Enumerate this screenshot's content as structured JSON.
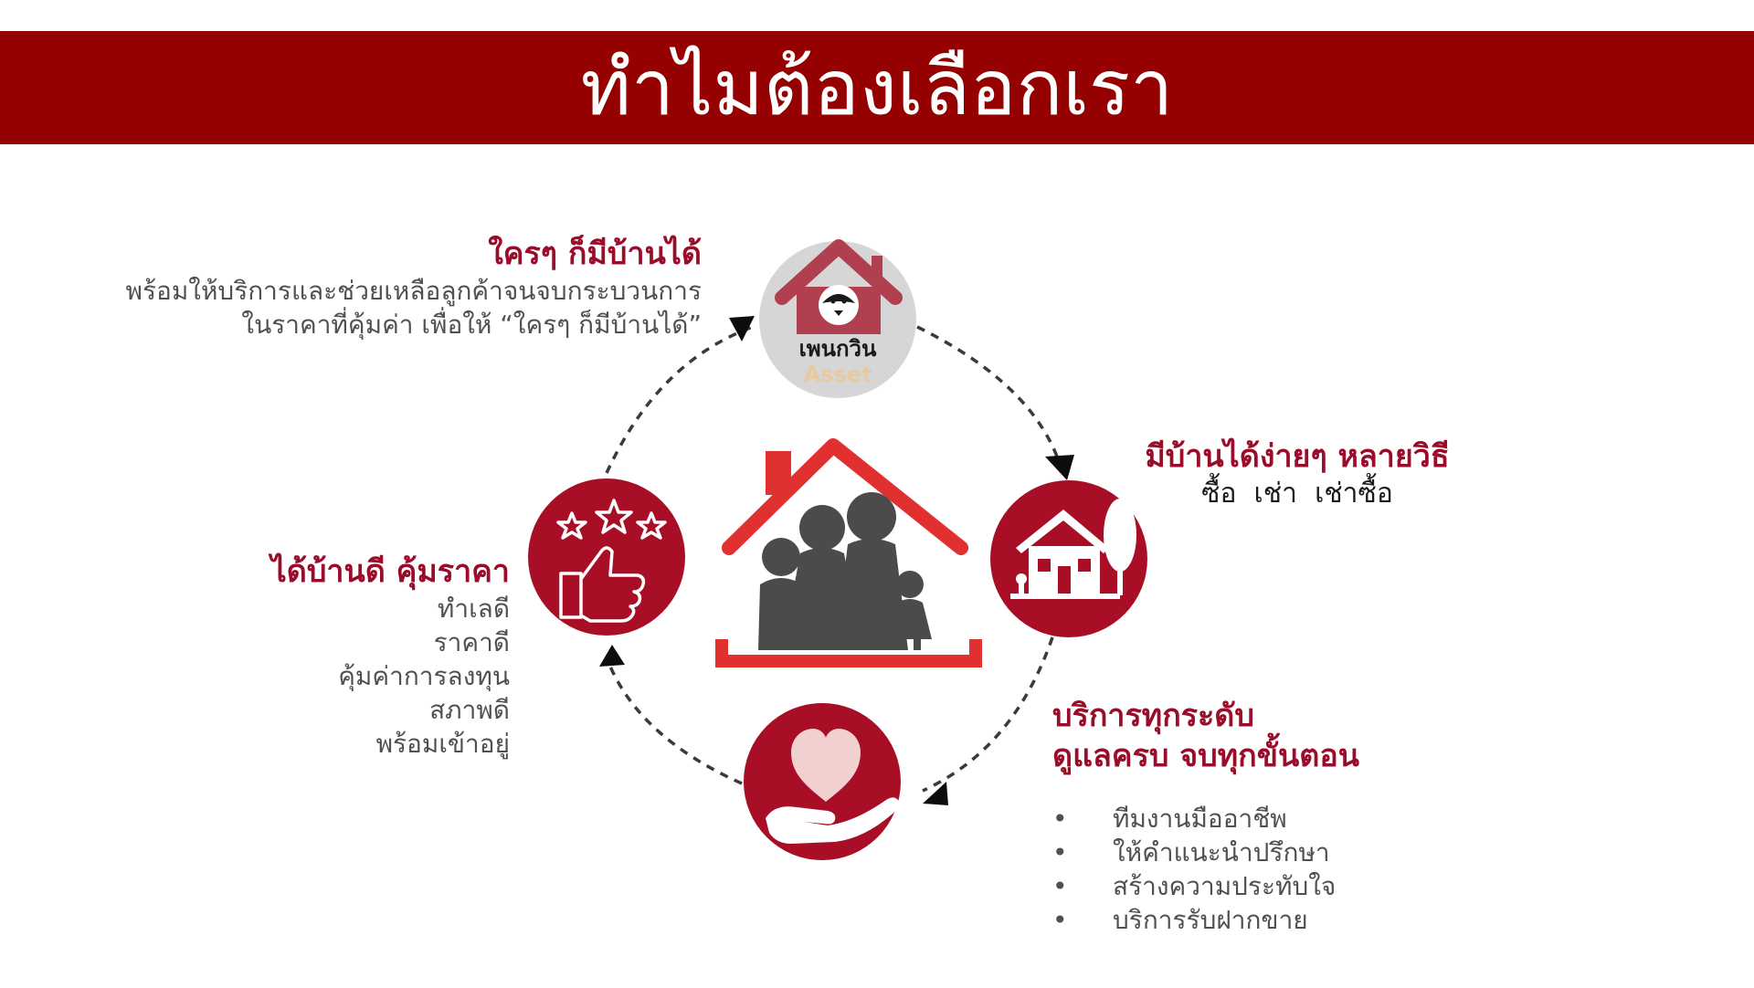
{
  "page": {
    "title": "ทำไมต้องเลือกเรา"
  },
  "colors": {
    "banner": "#950000",
    "heading": "#9a0d2a",
    "body_text": "#505050",
    "circle_fill": "#a80f27",
    "house_roof": "#e03030",
    "family_figures": "#4b4b4b",
    "logo_bg": "#d6d6d6",
    "logo_house": "#b04050",
    "arrow": "#3a3a3a"
  },
  "logo": {
    "name_thai": "เพนกวิน",
    "name_en": "Asset",
    "icon": "penguin-house-logo"
  },
  "sections": {
    "anyone": {
      "heading": "ใครๆ ก็มีบ้านได้",
      "lines": [
        "พร้อมให้บริการและช่วยเหลือลูกค้าจนจบกระบวนการ",
        "ในราคาที่คุ้มค่า เพื่อให้ “ใครๆ ก็มีบ้านได้”"
      ]
    },
    "easy": {
      "heading": "มีบ้านได้ง่ายๆ หลายวิธี",
      "subtitle": "ซื้อ  เช่า  เช่าซื้อ",
      "icon": "house-tree-icon"
    },
    "service": {
      "heading_line1": "บริการทุกระดับ",
      "heading_line2": "ดูแลครบ จบทุกขั้นตอน",
      "bullets": [
        "ทีมงานมืออาชีพ",
        "ให้คำแนะนำปรึกษา",
        "สร้างความประทับใจ",
        "บริการรับฝากขาย"
      ],
      "icon": "heart-hand-icon"
    },
    "value": {
      "heading": "ได้บ้านดี คุ้มราคา",
      "lines": [
        "ทำเลดี",
        "ราคาดี",
        "คุ้มค่าการลงทุน",
        "สภาพดี",
        "พร้อมเข้าอยู่"
      ],
      "icon": "thumbs-up-stars-icon"
    }
  },
  "center_icon": "family-house-icon"
}
